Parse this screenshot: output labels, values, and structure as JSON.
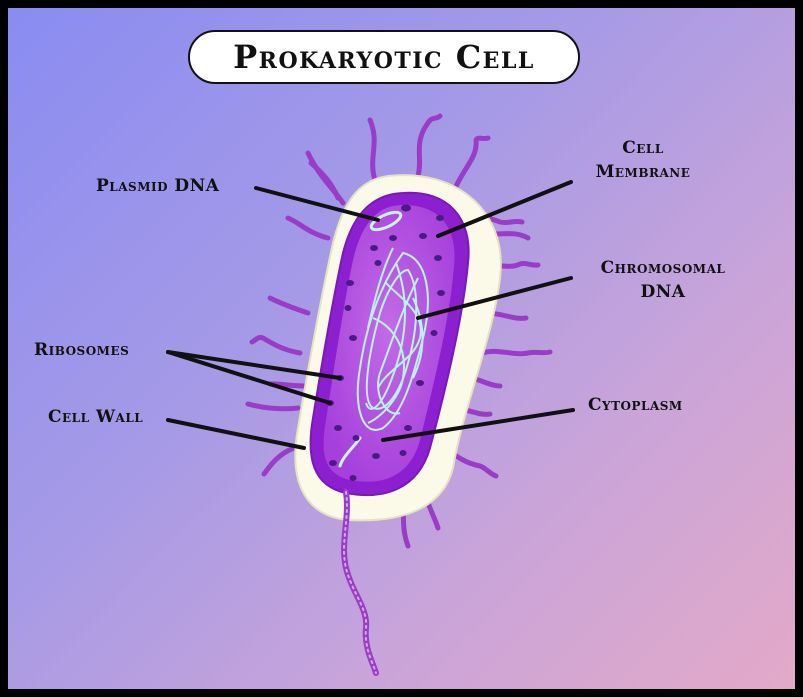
{
  "title": "Prokaryotic Cell",
  "labels": {
    "plasmid_dna": "Plasmid DNA",
    "cell_membrane_line1": "Cell",
    "cell_membrane_line2": "Membrane",
    "chromosomal_line1": "Chromosomal",
    "chromosomal_line2": "DNA",
    "ribosomes": "Ribosomes",
    "cell_wall": "Cell Wall",
    "cytoplasm": "Cytoplasm"
  },
  "colors": {
    "background_start": "#8a8cf2",
    "background_end": "#e3a9c8",
    "cell_wall": "#fbfae8",
    "membrane": "#9b24d9",
    "cytoplasm": "#b34ee0",
    "nucleoid": "#b8f3ef",
    "ribosome": "#4b1a86",
    "pili": "#9b3cc8"
  }
}
